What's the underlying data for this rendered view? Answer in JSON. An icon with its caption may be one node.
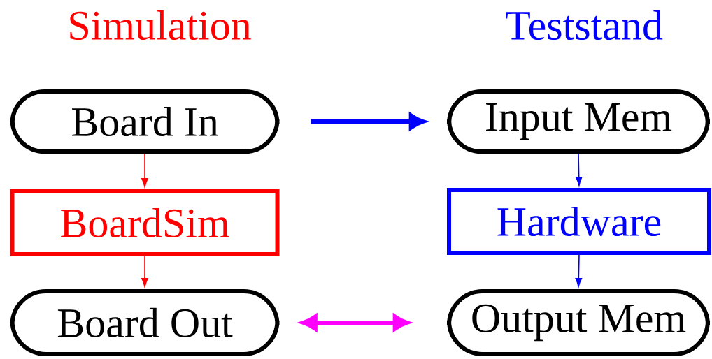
{
  "diagram": {
    "nodes": [
      {
        "text": [
          "Board In"
        ]
      },
      {
        "text": [
          "BoardSim"
        ]
      },
      {
        "text": [
          "Board Out"
        ]
      },
      {
        "text": [
          "Input Mem"
        ]
      },
      {
        "text": [
          "Hardware"
        ]
      },
      {
        "text": [
          "Output Mem"
        ]
      }
    ],
    "edges": [
      {
        "from": 0,
        "to": 3,
        "arrow": "to",
        "style": "thick"
      },
      {
        "from": 0,
        "to": 1,
        "arrow": "to",
        "color": "#ff0000"
      },
      {
        "from": 1,
        "to": 2,
        "arrow": "to",
        "color": "#ff0000"
      },
      {
        "from": 3,
        "to": 4,
        "arrow": "to"
      },
      {
        "from": 4,
        "to": 5,
        "arrow": "to"
      },
      {
        "from": 2,
        "to": 5,
        "arrow": "both",
        "style": "thick",
        "color": "#ff00ff"
      }
    ],
    "labels": [
      "Simulation",
      "Teststand"
    ]
  }
}
